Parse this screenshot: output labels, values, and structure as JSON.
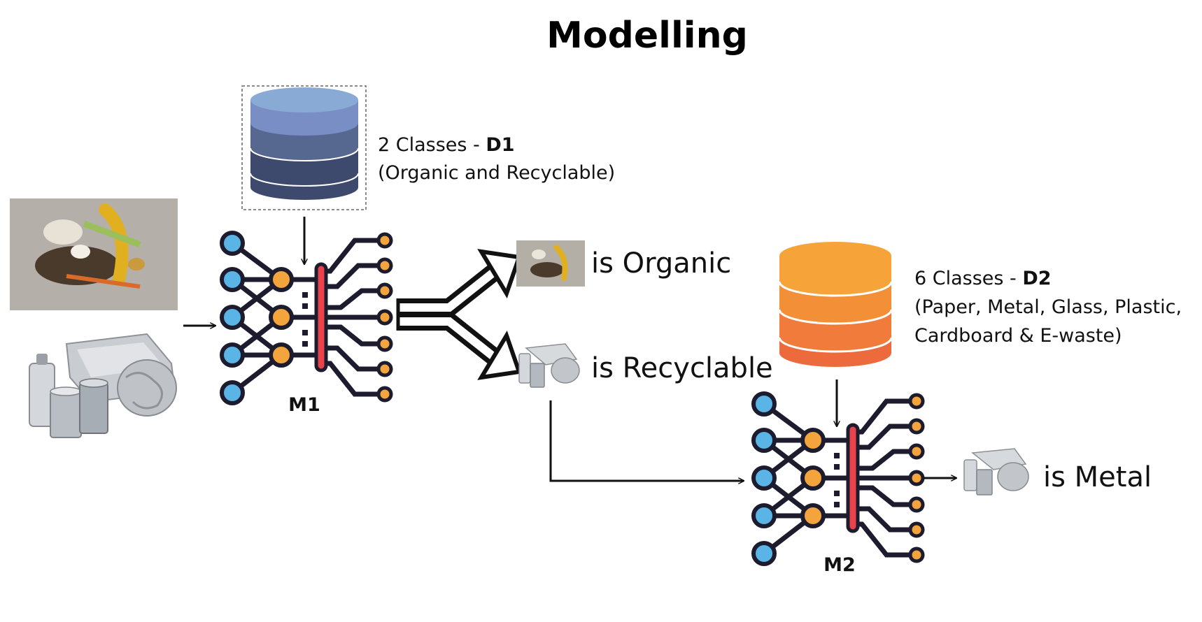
{
  "title": "Modelling",
  "dataset1": {
    "line1_prefix": "2 Classes - ",
    "line1_bold": "D1",
    "line2": "(Organic and Recyclable)",
    "colors": [
      "#8aaad6",
      "#7a8ec6",
      "#56688f",
      "#3d4a6e"
    ]
  },
  "dataset2": {
    "line1_prefix": "6 Classes - ",
    "line1_bold": "D2",
    "line2": "(Paper, Metal, Glass, Plastic,",
    "line3": "Cardboard & E-waste)",
    "colors": [
      "#f6a33a",
      "#f39037",
      "#f07b3a",
      "#ec6a3c"
    ]
  },
  "model1": {
    "label": "M1"
  },
  "model2": {
    "label": "M2"
  },
  "results": {
    "organic": "is Organic",
    "recyclable": "is Recyclable",
    "metal": "is Metal"
  },
  "colors": {
    "node_blue": "#5ab4e6",
    "node_orange": "#f3a43c",
    "bar_red": "#e8424a",
    "line_dark": "#1c1c2e"
  },
  "icons": [
    "organic-waste-photo",
    "metal-waste-photo",
    "database-icon",
    "neural-network-icon",
    "split-arrow-icon"
  ]
}
